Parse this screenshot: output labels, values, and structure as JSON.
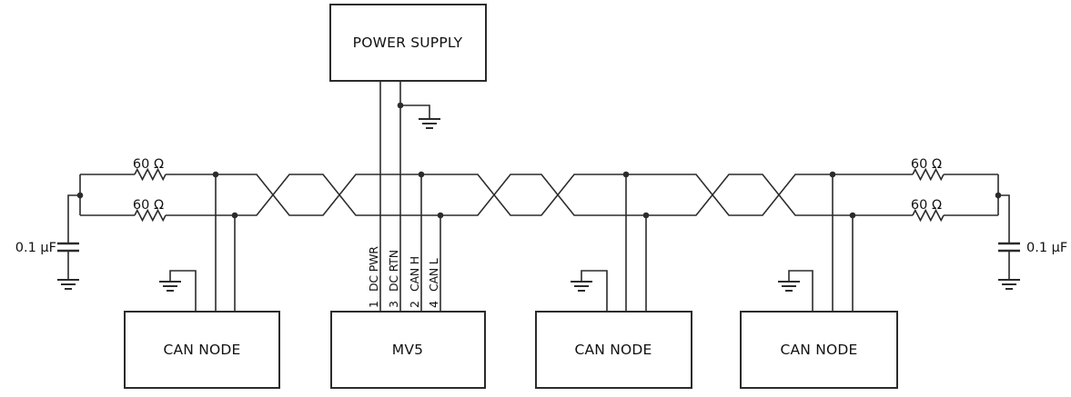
{
  "schematic": {
    "description": "CAN bus network schematic with twisted-pair bus, termination and nodes",
    "colors": {
      "background": "#ffffff",
      "line": "#2b2b2b",
      "text": "#111111"
    },
    "power_supply_label": "POWER SUPPLY",
    "nodes": [
      {
        "label": "CAN NODE"
      },
      {
        "label": "MV5"
      },
      {
        "label": "CAN NODE"
      },
      {
        "label": "CAN NODE"
      }
    ],
    "termination_left": {
      "resistor_top": "60 Ω",
      "resistor_bottom": "60 Ω",
      "capacitor": "0.1 µF"
    },
    "termination_right": {
      "resistor_top": "60 Ω",
      "resistor_bottom": "60 Ω",
      "capacitor": "0.1 µF"
    },
    "mv5_pins": [
      {
        "pin": "1",
        "signal": "DC PWR"
      },
      {
        "pin": "3",
        "signal": "DC RTN"
      },
      {
        "pin": "2",
        "signal": "CAN H"
      },
      {
        "pin": "4",
        "signal": "CAN L"
      }
    ]
  }
}
